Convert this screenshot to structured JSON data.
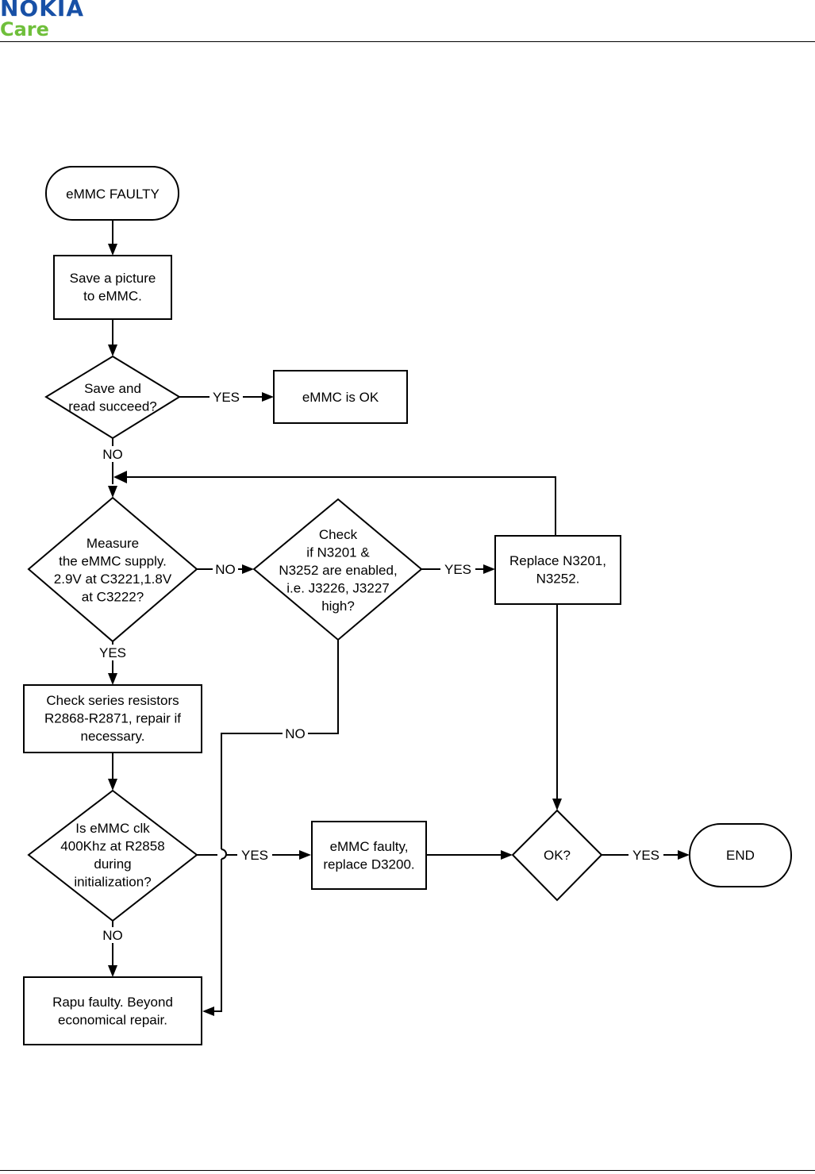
{
  "header": {
    "brand": "NOKIA",
    "subbrand": "Care"
  },
  "flowchart": {
    "start": [
      "eMMC FAULTY"
    ],
    "save_picture": [
      "Save a picture",
      "to eMMC."
    ],
    "save_read_decision": [
      "Save and",
      "read succeed?"
    ],
    "emmc_ok": [
      "eMMC is OK"
    ],
    "measure_decision": [
      "Measure",
      "the eMMC supply.",
      "2.9V at C3221,1.8V",
      "at C3222?"
    ],
    "check_enabled_decision": [
      "Check",
      "if N3201 &",
      "N3252 are enabled,",
      "i.e. J3226, J3227",
      "high?"
    ],
    "replace_n3201": [
      "Replace N3201,",
      "N3252."
    ],
    "check_resistors": [
      "Check series resistors",
      "R2868-R2871, repair if",
      "necessary."
    ],
    "clk_decision": [
      "Is eMMC clk",
      "400Khz at R2858",
      "during",
      "initialization?"
    ],
    "emmc_faulty_replace": [
      "eMMC faulty,",
      "replace D3200."
    ],
    "ok_decision": [
      "OK?"
    ],
    "end": [
      "END"
    ],
    "rapu_faulty": [
      "Rapu faulty. Beyond",
      "economical repair."
    ],
    "labels": {
      "yes_save": "YES",
      "no_save": "NO",
      "no_measure": "NO",
      "yes_measure": "YES",
      "yes_check": "YES",
      "no_check": "NO",
      "yes_clk": "YES",
      "no_clk": "NO",
      "yes_ok": "YES"
    }
  }
}
